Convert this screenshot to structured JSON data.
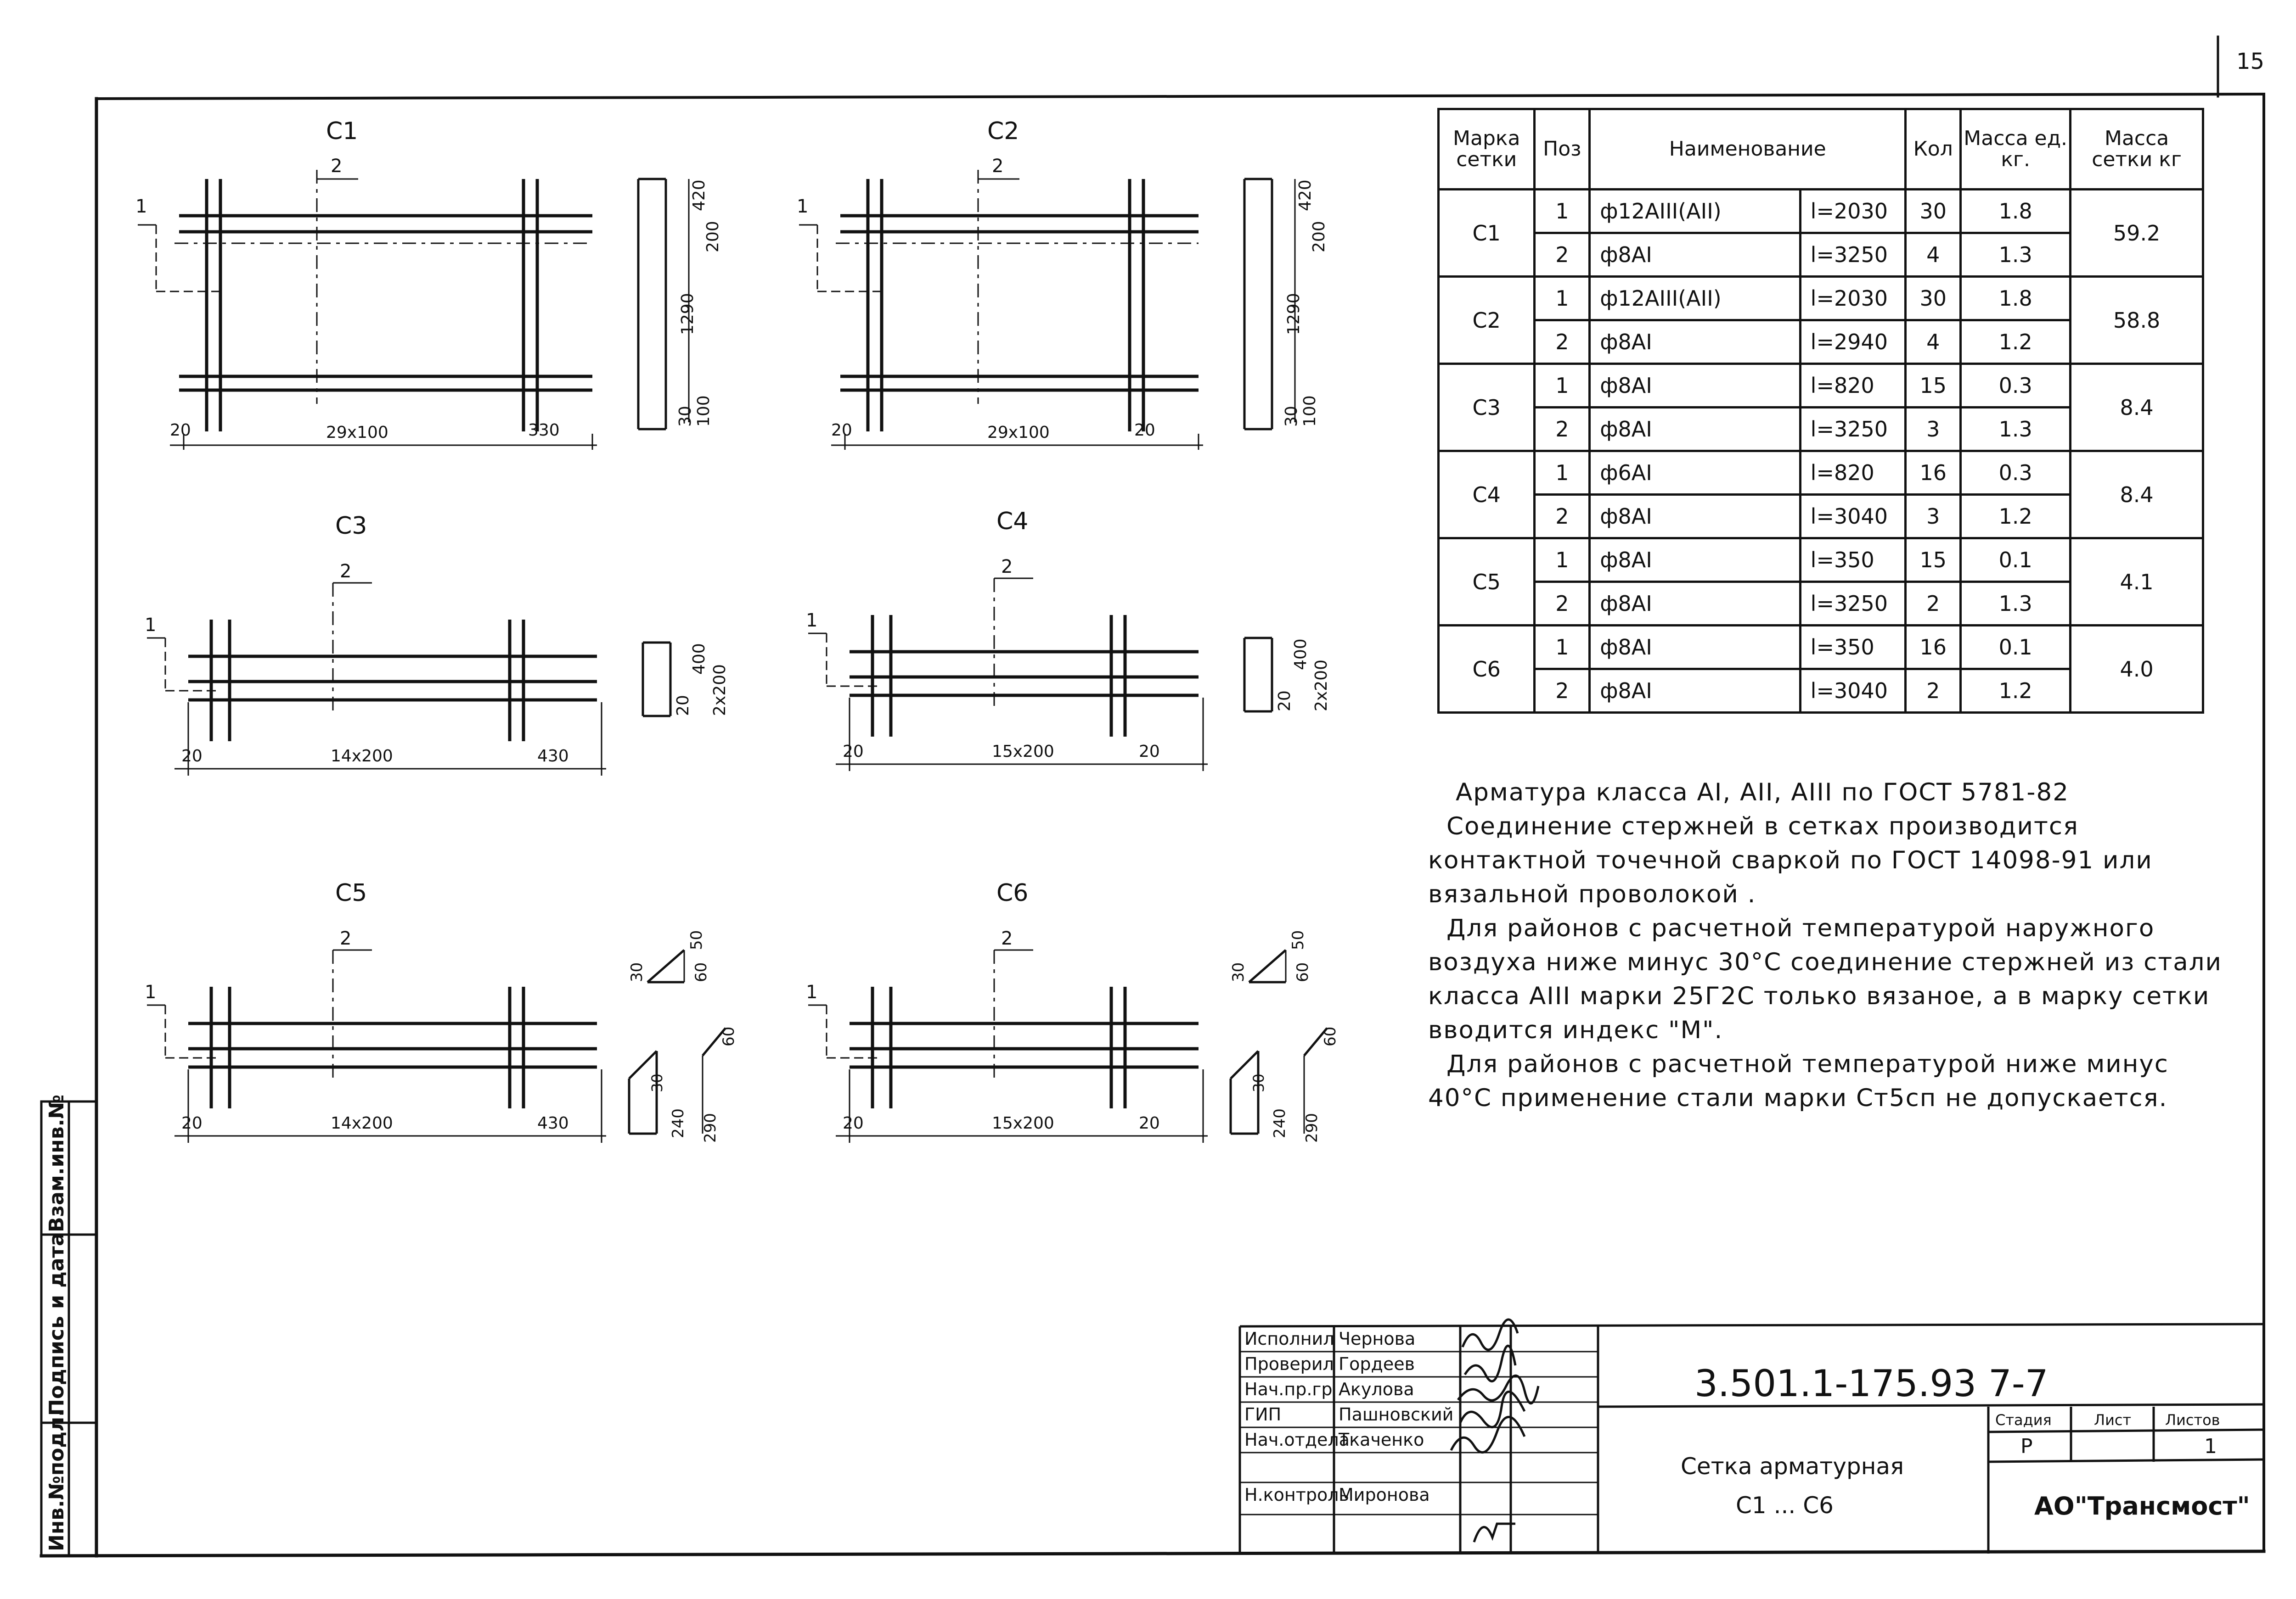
{
  "page_number": "15",
  "side_stamp": {
    "inv_orig": "Инв.№подл.",
    "sign_date": "Подпись и дата",
    "replace_inv": "Взам.инв.№"
  },
  "drawings": [
    {
      "mark": "С1",
      "pos1": "1",
      "pos2": "2",
      "dim_left": "20",
      "dim_main": "29х100",
      "dim_right": "330",
      "sec_top": "420",
      "sec_a": "200",
      "sec_h": "1290",
      "sec_b": "30",
      "sec_c": "100"
    },
    {
      "mark": "С2",
      "pos1": "1",
      "pos2": "2",
      "dim_left": "20",
      "dim_main": "29х100",
      "dim_right": "20",
      "sec_top": "420",
      "sec_a": "200",
      "sec_h": "1290",
      "sec_b": "30",
      "sec_c": "100"
    },
    {
      "mark": "С3",
      "pos1": "1",
      "pos2": "2",
      "dim_left": "20",
      "dim_main": "14х200",
      "dim_right": "430",
      "sec_top": "400",
      "sec_a": "2х200",
      "sec_b": "20"
    },
    {
      "mark": "С4",
      "pos1": "1",
      "pos2": "2",
      "dim_left": "20",
      "dim_main": "15х200",
      "dim_right": "20",
      "sec_top": "400",
      "sec_a": "2х200",
      "sec_b": "20"
    },
    {
      "mark": "С5",
      "pos1": "1",
      "pos2": "2",
      "dim_left": "20",
      "dim_main": "14х200",
      "dim_right": "430",
      "hook_a": "50",
      "hook_b": "30",
      "hook_c": "60",
      "sec_a": "60",
      "sec_b": "240",
      "sec_c": "290",
      "sec_d": "30"
    },
    {
      "mark": "С6",
      "pos1": "1",
      "pos2": "2",
      "dim_left": "20",
      "dim_main": "15х200",
      "dim_right": "20",
      "hook_a": "50",
      "hook_b": "30",
      "hook_c": "60",
      "sec_a": "60",
      "sec_b": "240",
      "sec_c": "290",
      "sec_d": "30"
    }
  ],
  "spec_table": {
    "headers": [
      "Марка сетки",
      "Поз",
      "Наименование",
      "Кол",
      "Масса ед. кг.",
      "Масса сетки кг"
    ],
    "groups": [
      {
        "mark": "С1",
        "total": "59.2",
        "rows": [
          {
            "pos": "1",
            "name": "ф12АIII(АII)",
            "len": "l=2030",
            "qty": "30",
            "mass": "1.8"
          },
          {
            "pos": "2",
            "name": "ф8АI",
            "len": "l=3250",
            "qty": "4",
            "mass": "1.3"
          }
        ]
      },
      {
        "mark": "С2",
        "total": "58.8",
        "rows": [
          {
            "pos": "1",
            "name": "ф12АIII(АII)",
            "len": "l=2030",
            "qty": "30",
            "mass": "1.8"
          },
          {
            "pos": "2",
            "name": "ф8АI",
            "len": "l=2940",
            "qty": "4",
            "mass": "1.2"
          }
        ]
      },
      {
        "mark": "С3",
        "total": "8.4",
        "rows": [
          {
            "pos": "1",
            "name": "ф8АI",
            "len": "l=820",
            "qty": "15",
            "mass": "0.3"
          },
          {
            "pos": "2",
            "name": "ф8АI",
            "len": "l=3250",
            "qty": "3",
            "mass": "1.3"
          }
        ]
      },
      {
        "mark": "С4",
        "total": "8.4",
        "rows": [
          {
            "pos": "1",
            "name": "ф6АI",
            "len": "l=820",
            "qty": "16",
            "mass": "0.3"
          },
          {
            "pos": "2",
            "name": "ф8АI",
            "len": "l=3040",
            "qty": "3",
            "mass": "1.2"
          }
        ]
      },
      {
        "mark": "С5",
        "total": "4.1",
        "rows": [
          {
            "pos": "1",
            "name": "ф8АI",
            "len": "l=350",
            "qty": "15",
            "mass": "0.1"
          },
          {
            "pos": "2",
            "name": "ф8АI",
            "len": "l=3250",
            "qty": "2",
            "mass": "1.3"
          }
        ]
      },
      {
        "mark": "С6",
        "total": "4.0",
        "rows": [
          {
            "pos": "1",
            "name": "ф8АI",
            "len": "l=350",
            "qty": "16",
            "mass": "0.1"
          },
          {
            "pos": "2",
            "name": "ф8АI",
            "len": "l=3040",
            "qty": "2",
            "mass": "1.2"
          }
        ]
      }
    ]
  },
  "notes": [
    "Арматура класса АI, АII, АIII по ГОСТ 5781-82",
    "Соединение стержней в сетках производится контактной точечной сваркой по ГОСТ 14098-91 или вязальной проволокой .",
    "Для районов с расчетной температурой наружного воздуха ниже минус 30°С соединение стержней из стали класса АIII марки 25Г2С только вязаное, а в марку сетки вводится индекс \"М\".",
    "Для районов с расчетной температурой ниже минус 40°С применение стали марки Ст5сп не допускается."
  ],
  "title_block": {
    "roles": [
      "Исполнил",
      "Проверил",
      "Нач.пр.гр",
      "ГИП",
      "Нач.отдела",
      "",
      "Н.контроль"
    ],
    "names": [
      "Чернова",
      "Гордеев",
      "Акулова",
      "Пашновский",
      "Ткаченко",
      "",
      "Миронова"
    ],
    "doc_code": "3.501.1-175.93",
    "issue": "7-7",
    "title_line1": "Сетка арматурная",
    "title_line2": "С1 ... С6",
    "stage_label": "Стадия",
    "sheet_label": "Лист",
    "sheets_label": "Листов",
    "stage": "Р",
    "sheets": "1",
    "org": "АО\"Трансмост\""
  }
}
